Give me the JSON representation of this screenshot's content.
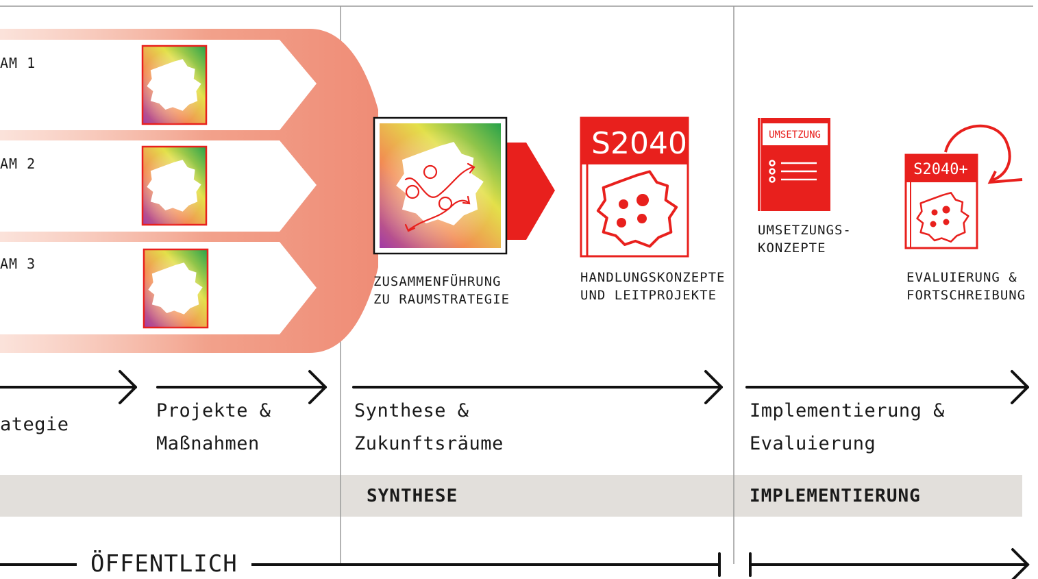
{
  "teams": [
    {
      "label": "AM 1"
    },
    {
      "label": "AM 2"
    },
    {
      "label": "AM 3"
    }
  ],
  "steps": {
    "synthesis": {
      "caption": [
        "ZUSAMMENFÜHRUNG",
        "ZU RAUMSTRATEGIE"
      ]
    },
    "s2040": {
      "title": "S2040",
      "caption": [
        "HANDLUNGSKONZEPTE",
        "UND LEITPROJEKTE"
      ]
    },
    "implementation": {
      "book_label": "UMSETZUNG",
      "caption": [
        "UMSETZUNGS-",
        "KONZEPTE"
      ]
    },
    "evaluation": {
      "title": "S2040+",
      "caption": [
        "EVALUIERUNG &",
        "FORTSCHREIBUNG"
      ]
    }
  },
  "phases": [
    {
      "lines": [
        "ategie"
      ]
    },
    {
      "lines": [
        "Projekte &",
        "Maßnahmen"
      ]
    },
    {
      "lines": [
        "Synthese &",
        "Zukunftsräume"
      ]
    },
    {
      "lines": [
        "Implementierung &",
        "Evaluierung"
      ]
    }
  ],
  "band": {
    "synthese": "SYNTHESE",
    "implementierung": "IMPLEMENTIERUNG",
    "color": "#e2dfdb"
  },
  "bottom": {
    "label": "ÖFFENTLICH"
  },
  "colors": {
    "accent_red": "#e8201d",
    "salmon": "#f3a08a",
    "line": "#111111",
    "divider": "#9a9a9a"
  }
}
